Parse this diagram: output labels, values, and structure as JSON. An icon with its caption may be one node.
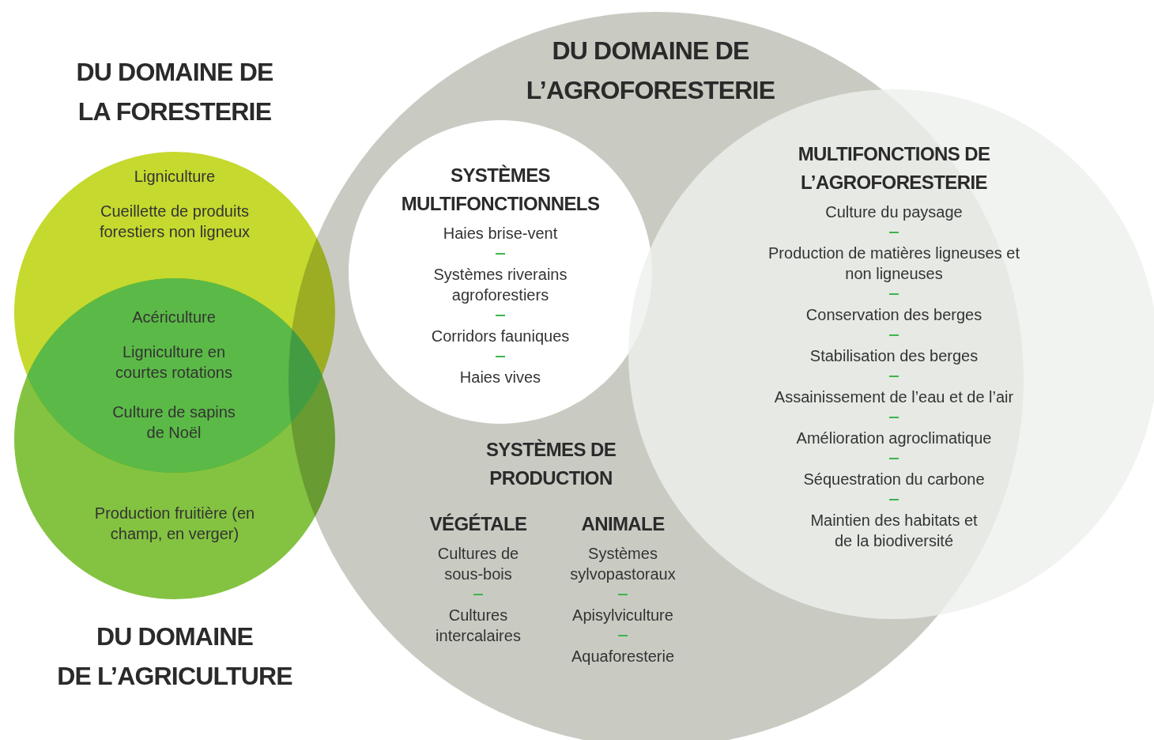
{
  "diagram": {
    "nodes": [
      {
        "text": [
          "DU DOMAINE DE LA FORESTERIE",
          "Ligniculture",
          "Cueillette de produits forestiers non ligneux"
        ]
      },
      {
        "text": [
          "Production fruitière (en champ, en verger)",
          "DU DOMAINE DE L’AGRICULTURE"
        ]
      },
      {
        "text": [
          "DU DOMAINE DE L’AGROFORESTERIE",
          "SYSTÈMES DE PRODUCTION",
          "VÉGÉTALE",
          "Cultures de sous-bois",
          "Cultures intercalaires",
          "ANIMALE",
          "Systèmes sylvopastoraux",
          "Apisylviculture",
          "Aquaforesterie"
        ]
      },
      {
        "text": [
          "SYSTÈMES MULTIFONCTIONNELS",
          "Haies brise-vent",
          "Systèmes riverains agroforestiers",
          "Corridors fauniques",
          "Haies vives"
        ],
        "in": 2
      },
      {
        "text": [
          "MULTIFONCTIONS DE L’AGROFORESTERIE",
          "Culture du paysage",
          "Production de matières ligneuses et non ligneuses",
          "Conservation des berges",
          "Stabilisation des berges",
          "Assainissement de l’eau et de l’air",
          "Amélioration agroclimatique",
          "Séquestration du carbone",
          "Maintien des habitats et de la biodiversité"
        ]
      }
    ],
    "labels": [
      "Acériculture",
      "Ligniculture en courtes rotations",
      "Culture de sapins de Noël"
    ]
  }
}
